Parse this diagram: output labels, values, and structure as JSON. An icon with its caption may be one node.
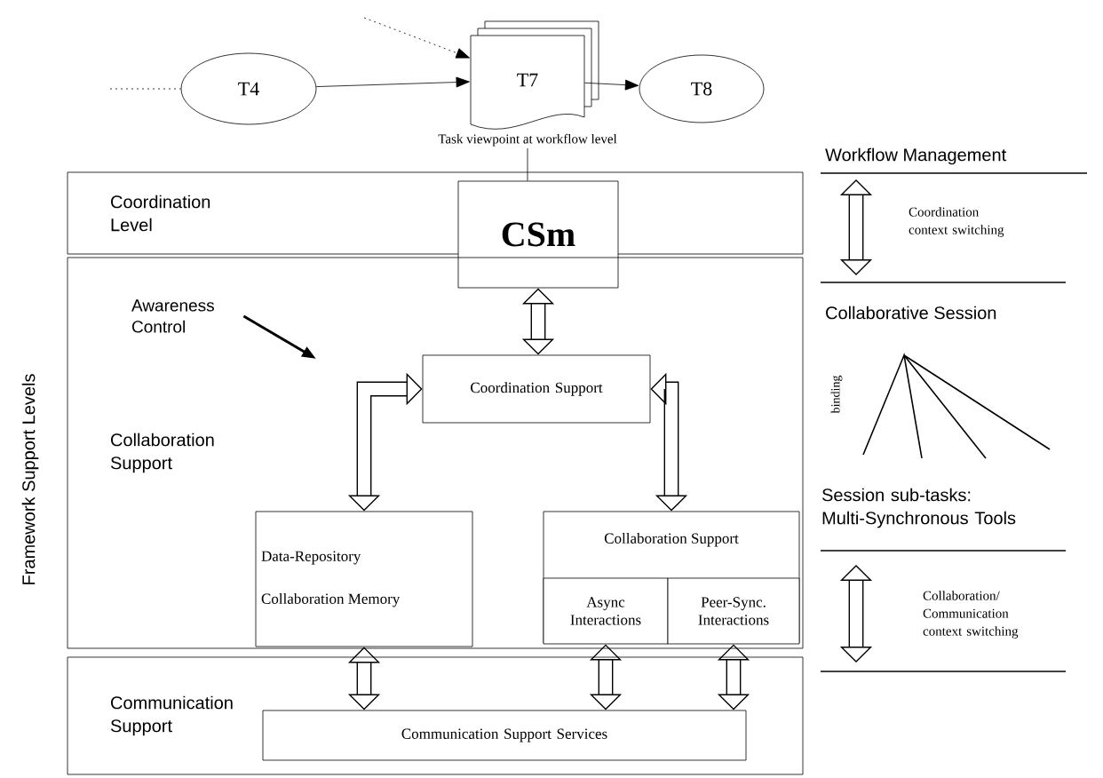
{
  "diagram": {
    "nodes": [
      {
        "text": [
          "T4"
        ]
      },
      {
        "text": [
          "T7"
        ],
        "beside": [
          "Task viewpoint at workflow level"
        ]
      },
      {
        "text": [
          "T8"
        ]
      },
      {
        "text": [
          "Coordination Level"
        ]
      },
      {
        "text": [
          "CSm"
        ]
      },
      {
        "text": [
          "Collaboration Support"
        ]
      },
      {
        "text": [
          "Awareness Control"
        ],
        "in": 5
      },
      {
        "text": [
          "Coordination Support"
        ],
        "in": 5
      },
      {
        "text": [
          "Data-Repository",
          "Collaboration Memory"
        ],
        "in": 5
      },
      {
        "text": [
          "Collaboration Support"
        ],
        "in": 5
      },
      {
        "text": [
          "Async Interactions"
        ],
        "in": 9
      },
      {
        "text": [
          "Peer-Sync. Interactions"
        ],
        "in": 9
      },
      {
        "text": [
          "Communication Support"
        ]
      },
      {
        "text": [
          "Communication  Support Services"
        ],
        "in": 12
      }
    ],
    "edges": [
      {
        "from": null,
        "to": 0,
        "arrow": "none",
        "style": "dashed"
      },
      {
        "from": null,
        "to": 1,
        "arrow": "to",
        "style": "dashed"
      },
      {
        "from": 0,
        "to": 1,
        "arrow": "to"
      },
      {
        "from": 1,
        "to": 2,
        "arrow": "to"
      },
      {
        "from": 1,
        "to": 4,
        "arrow": "none"
      },
      {
        "from": 6,
        "to": null,
        "arrow": "to"
      },
      {
        "from": 4,
        "to": 7,
        "arrow": "both",
        "style": "thick"
      },
      {
        "from": 7,
        "to": 8,
        "arrow": "both",
        "style": "thick"
      },
      {
        "from": 7,
        "to": 9,
        "arrow": "both",
        "style": "thick"
      },
      {
        "from": 8,
        "to": 13,
        "arrow": "both",
        "style": "thick"
      },
      {
        "from": 10,
        "to": 13,
        "arrow": "both",
        "style": "thick"
      },
      {
        "from": 11,
        "to": 13,
        "arrow": "both",
        "style": "thick"
      }
    ],
    "labels": [
      "Framework Support Levels",
      "Workflow Management",
      "Coordination context switching",
      "Collaborative Session",
      "binding",
      "Session sub-tasks: Multi-Synchronous Tools",
      "Collaboration/ Communication context switching"
    ]
  }
}
